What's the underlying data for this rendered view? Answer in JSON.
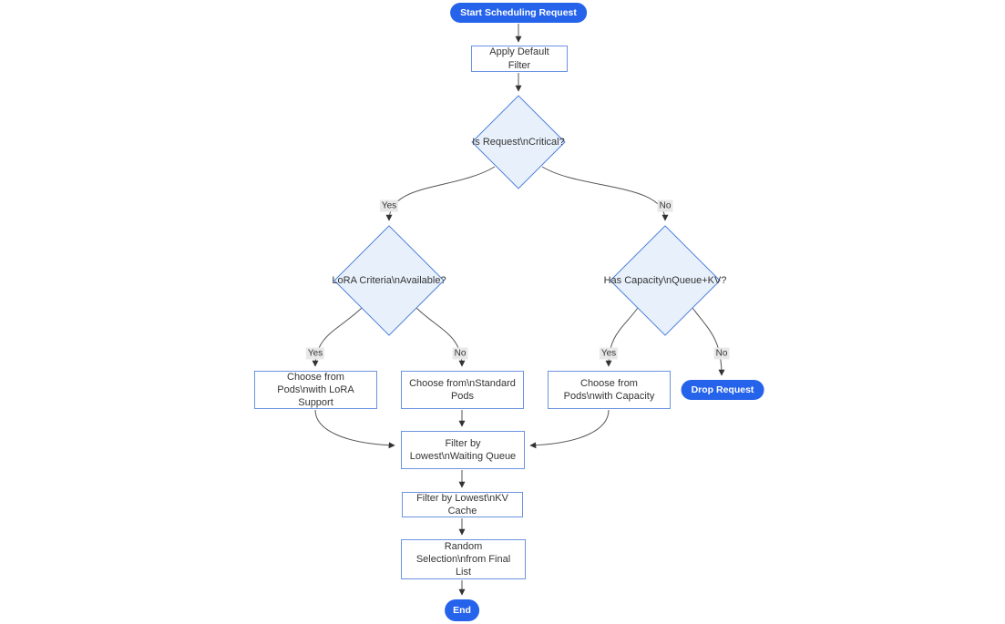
{
  "diagram": {
    "type": "flowchart",
    "direction": "top-down",
    "colors": {
      "accent": "#2563eb",
      "diamond_fill": "#e8f1fb",
      "diamond_border": "#4d7fd9",
      "rect_border": "#6b93e0",
      "edge_line": "#555555",
      "arrow": "#333333",
      "label_bg": "#e8e8e8",
      "text": "#333333"
    },
    "nodes": [
      {
        "id": "start",
        "shape": "stadium",
        "label": "Start Scheduling Request"
      },
      {
        "id": "apply_filter",
        "shape": "rect",
        "label": "Apply Default Filter"
      },
      {
        "id": "is_critical",
        "shape": "diamond",
        "label": "Is Request\\nCritical?"
      },
      {
        "id": "lora_criteria",
        "shape": "diamond",
        "label": "LoRA Criteria\\nAvailable?"
      },
      {
        "id": "has_capacity",
        "shape": "diamond",
        "label": "Has Capacity\\nQueue+KV?"
      },
      {
        "id": "choose_lora",
        "shape": "rect",
        "label": "Choose from Pods\\nwith LoRA Support"
      },
      {
        "id": "choose_standard",
        "shape": "rect",
        "label": "Choose from\\nStandard Pods"
      },
      {
        "id": "choose_capacity",
        "shape": "rect",
        "label": "Choose from Pods\\nwith Capacity"
      },
      {
        "id": "drop_request",
        "shape": "stadium",
        "label": "Drop Request"
      },
      {
        "id": "filter_queue",
        "shape": "rect",
        "label": "Filter by Lowest\\nWaiting Queue"
      },
      {
        "id": "filter_kv",
        "shape": "rect",
        "label": "Filter by Lowest\\nKV Cache"
      },
      {
        "id": "random_selection",
        "shape": "rect",
        "label": "Random Selection\\nfrom Final List"
      },
      {
        "id": "end",
        "shape": "stadium",
        "label": "End"
      }
    ],
    "edges": [
      {
        "from": "start",
        "to": "apply_filter",
        "label": ""
      },
      {
        "from": "apply_filter",
        "to": "is_critical",
        "label": ""
      },
      {
        "from": "is_critical",
        "to": "lora_criteria",
        "label": "Yes"
      },
      {
        "from": "is_critical",
        "to": "has_capacity",
        "label": "No"
      },
      {
        "from": "lora_criteria",
        "to": "choose_lora",
        "label": "Yes"
      },
      {
        "from": "lora_criteria",
        "to": "choose_standard",
        "label": "No"
      },
      {
        "from": "has_capacity",
        "to": "choose_capacity",
        "label": "Yes"
      },
      {
        "from": "has_capacity",
        "to": "drop_request",
        "label": "No"
      },
      {
        "from": "choose_lora",
        "to": "filter_queue",
        "label": ""
      },
      {
        "from": "choose_standard",
        "to": "filter_queue",
        "label": ""
      },
      {
        "from": "choose_capacity",
        "to": "filter_queue",
        "label": ""
      },
      {
        "from": "filter_queue",
        "to": "filter_kv",
        "label": ""
      },
      {
        "from": "filter_kv",
        "to": "random_selection",
        "label": ""
      },
      {
        "from": "random_selection",
        "to": "end",
        "label": ""
      }
    ]
  }
}
